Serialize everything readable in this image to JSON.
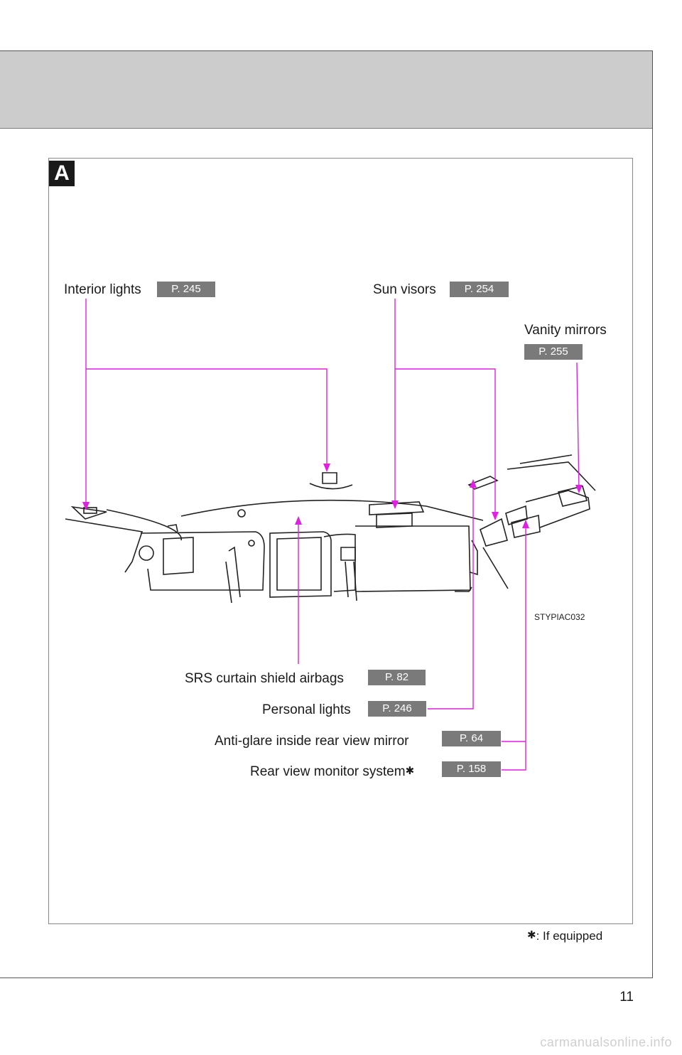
{
  "section_tag": "A",
  "callouts": {
    "interior_lights": {
      "label": "Interior lights",
      "ref": "P. 245"
    },
    "sun_visors": {
      "label": "Sun visors",
      "ref": "P. 254"
    },
    "vanity_mirrors": {
      "label": "Vanity mirrors",
      "ref": "P. 255"
    },
    "srs_curtain": {
      "label": "SRS curtain shield airbags",
      "ref": "P. 82"
    },
    "personal_lights": {
      "label": "Personal lights",
      "ref": "P. 246"
    },
    "anti_glare": {
      "label": "Anti-glare inside rear view mirror",
      "ref": "P. 64"
    },
    "rear_view_monitor": {
      "label": "Rear view monitor system",
      "ref": "P. 158"
    }
  },
  "illustration_code": "STYPIAC032",
  "footnote": {
    "symbol": "✱",
    "text": ": If equipped"
  },
  "page_number": "11",
  "watermark": "carmanualsonline.info",
  "colors": {
    "callout_line": "#e020e0",
    "ref_badge": "#7a7a7a",
    "header_band": "#cccccc"
  }
}
